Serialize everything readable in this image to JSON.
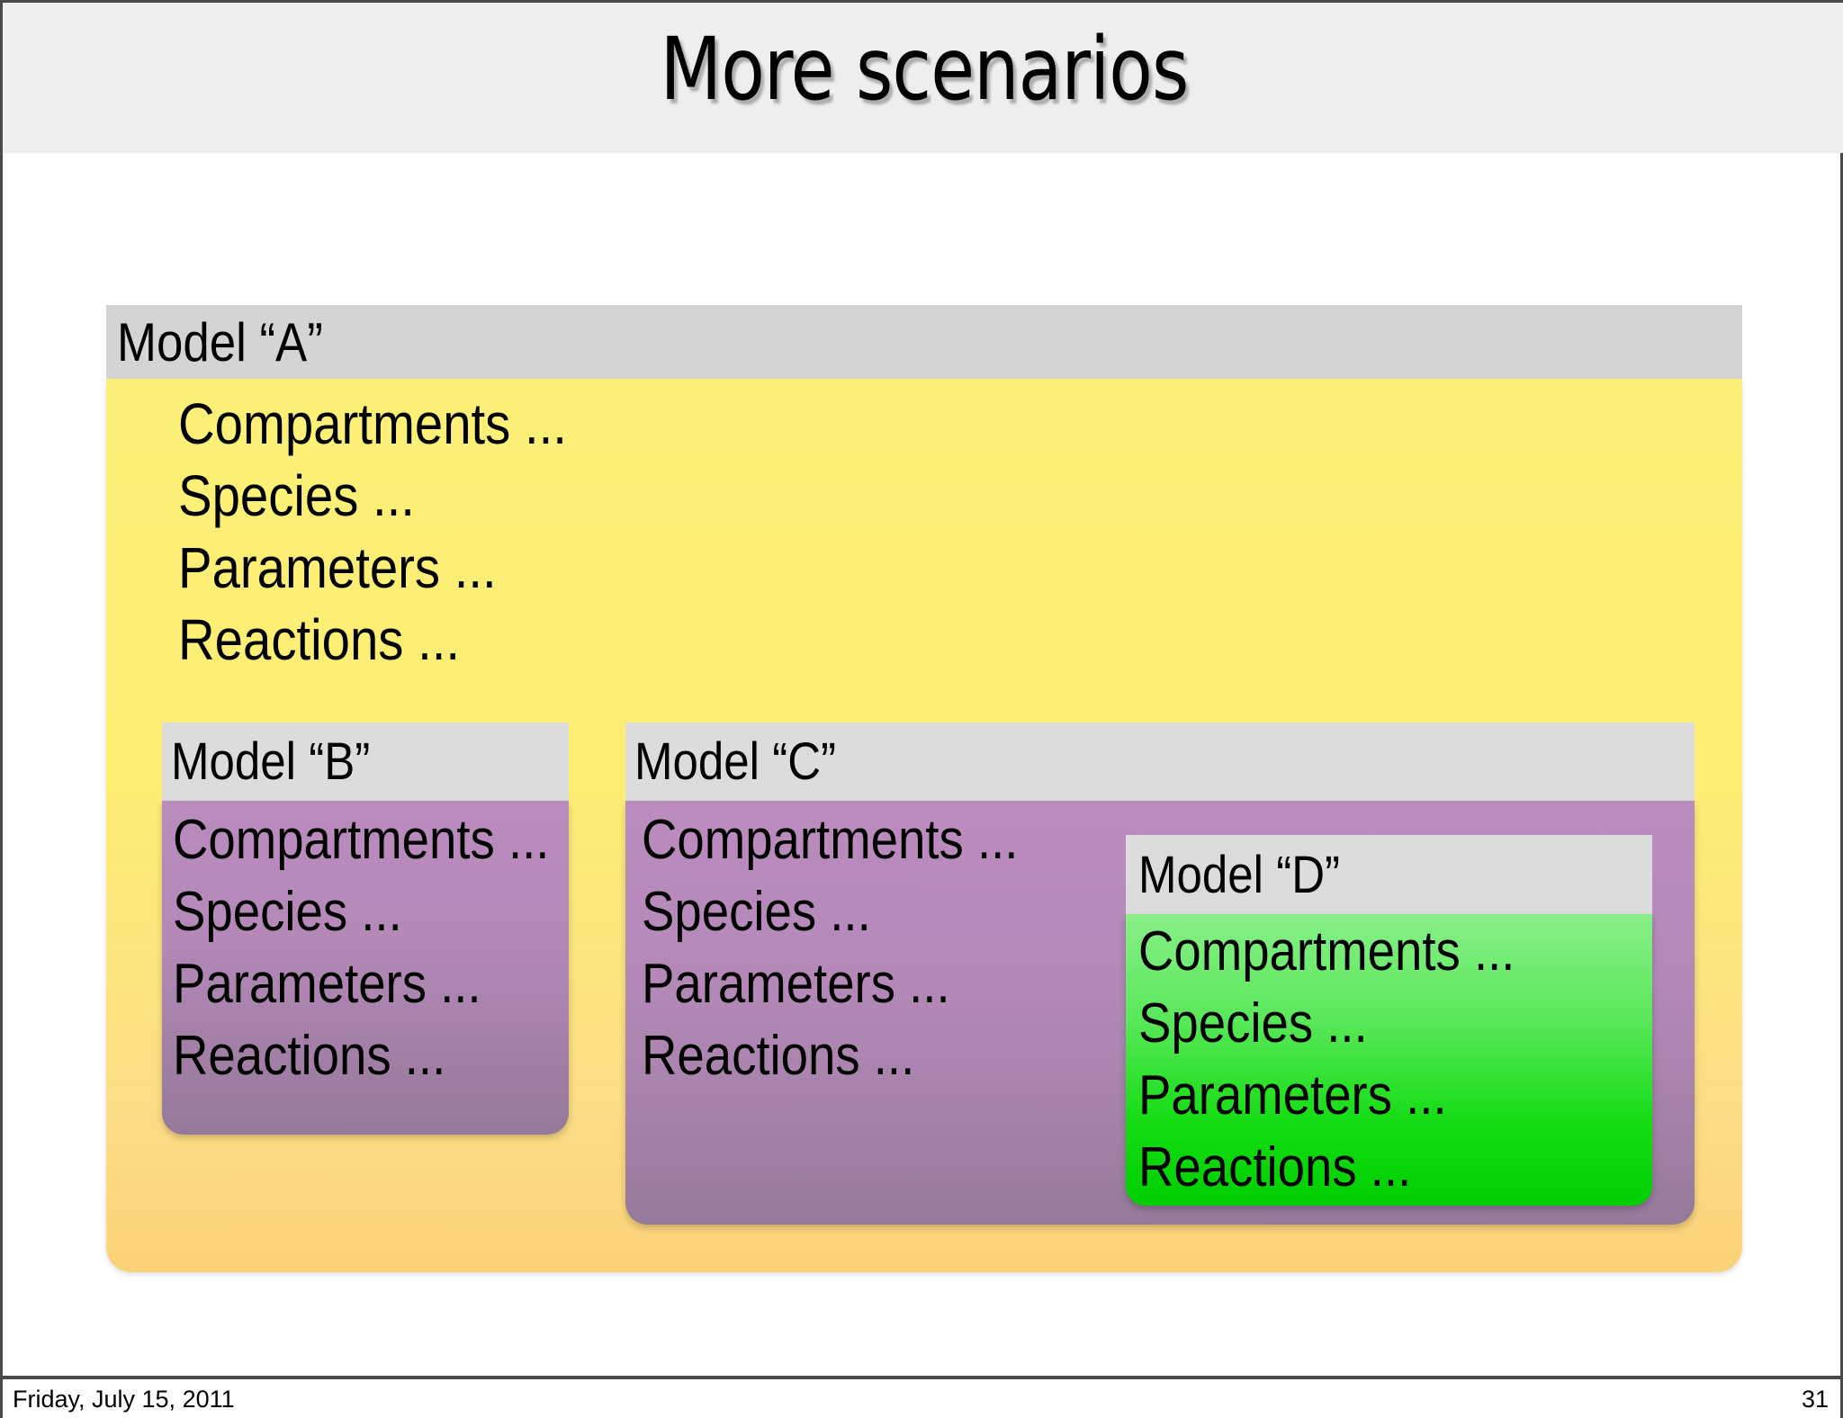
{
  "slide": {
    "title": "More scenarios",
    "page_number": "31",
    "date": "Friday, July 15, 2011"
  },
  "colors": {
    "title_band": "#eeeeee",
    "model_header_gray": "#d4d4d4",
    "model_a_yellow_top": "#fdf078",
    "model_a_yellow_bottom": "#fcd278",
    "model_bc_purple_top": "#ba8cbe",
    "model_bc_purple_bottom": "#967a9a",
    "model_d_green_top": "#88ef88",
    "model_d_green_bottom": "#00cf00",
    "footer_rule": "#4a4a4a"
  },
  "models": {
    "a": {
      "label": "Model “A”",
      "lines": [
        "Compartments ...",
        "Species ...",
        "Parameters ...",
        "Reactions ..."
      ]
    },
    "b": {
      "label": "Model “B”",
      "lines": [
        "Compartments ...",
        "Species ...",
        "Parameters ...",
        "Reactions ..."
      ]
    },
    "c": {
      "label": "Model “C”",
      "lines": [
        "Compartments ...",
        "Species ...",
        "Parameters ...",
        "Reactions ..."
      ]
    },
    "d": {
      "label": "Model “D”",
      "lines": [
        "Compartments ...",
        "Species ...",
        "Parameters ...",
        "Reactions ..."
      ]
    }
  }
}
